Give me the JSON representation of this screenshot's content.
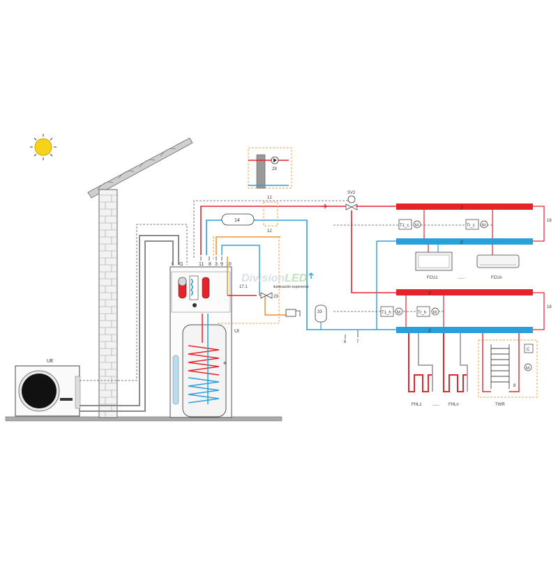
{
  "labels": {
    "outdoor_unit": "UE",
    "indoor_unit": "UI",
    "terminals": [
      "L",
      "G",
      "11",
      "8",
      "3",
      "9",
      "10"
    ],
    "pump_29": "29",
    "item_12_top": "12",
    "item_12_mid": "12",
    "item_14": "14",
    "sv2": "SV2",
    "item_17_1": "17.1",
    "item_23": "23",
    "item_33": "33",
    "item_6": "6",
    "item_7": "7",
    "item_18_top": "18",
    "item_18_bottom": "18",
    "t1c": "T1_c",
    "trc": "Tr_c",
    "t1h": "T1_h",
    "trh": "Tr_h",
    "m": "M",
    "fcu1": "FCU1",
    "fcun": "FCUn",
    "fhl1": "FHL1",
    "fhln": "FHLn",
    "twr": "TWR",
    "c": "C",
    "item_8": "8",
    "dots_fcu": "......",
    "dots_fhl": "......"
  },
  "watermark": {
    "brand_main": "Division",
    "brand_accent": "LED",
    "tagline": "iluminación experience"
  },
  "colors": {
    "hot": "#e4232b",
    "cold": "#2a9fd8",
    "orange": "#f08a1c",
    "sun": "#f7d21a"
  }
}
